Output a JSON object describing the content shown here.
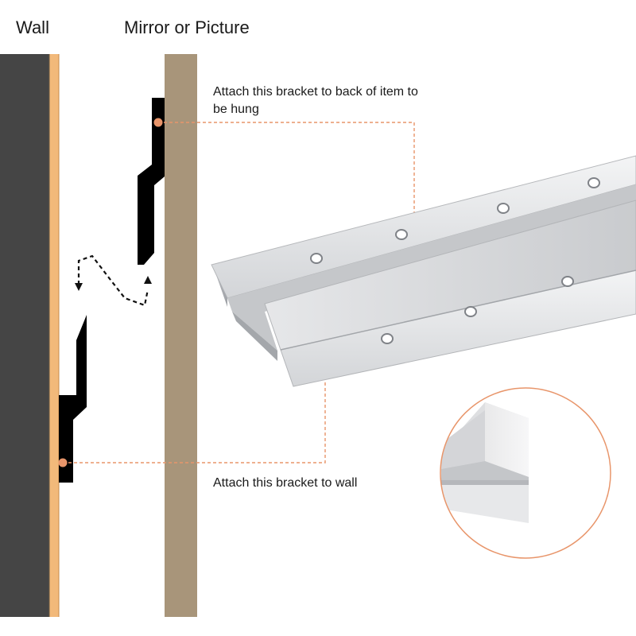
{
  "labels": {
    "wall": "Wall",
    "mirror": "Mirror or Picture",
    "top_bracket_note": "Attach this bracket to back of item to be hung",
    "bottom_bracket_note": "Attach this bracket to wall"
  },
  "colors": {
    "wall": "#454545",
    "wall_strip": "#f2b97a",
    "mirror_panel": "#a8957a",
    "bracket": "#000000",
    "callout": "#e8956a",
    "aluminum": "#d9dadc"
  },
  "icons": [
    "up-down-arrow-icon",
    "callout-dot-icon",
    "magnifier-circle-icon"
  ]
}
